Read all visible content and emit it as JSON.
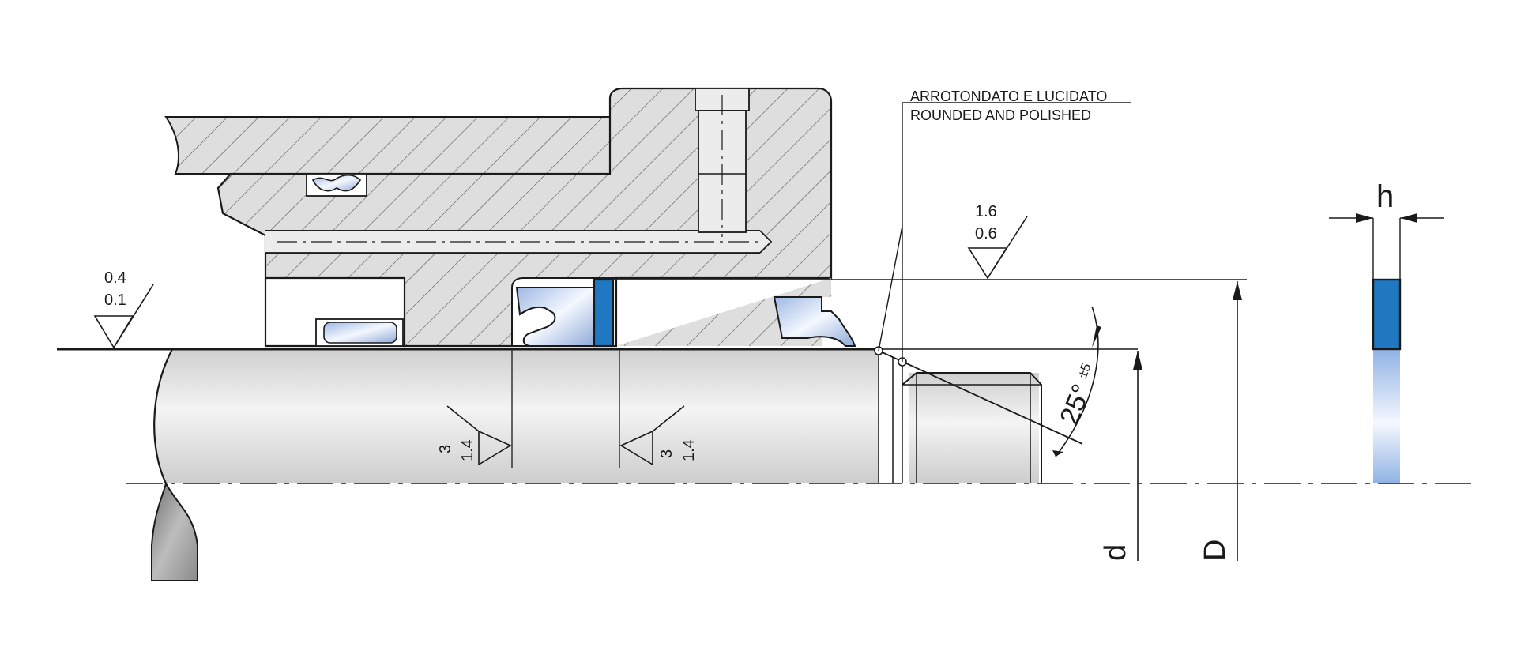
{
  "note": {
    "line1": "ARROTONDATO E LUCIDATO",
    "line2": "ROUNDED AND POLISHED"
  },
  "roughness": {
    "left": {
      "top": "0.4",
      "bottom": "0.1"
    },
    "housing": {
      "top": "1.6",
      "bottom": "0.6"
    },
    "groove_left": {
      "a": "3",
      "b": "1.4"
    },
    "groove_right": {
      "a": "3",
      "b": "1.4"
    }
  },
  "dimensions": {
    "small_diameter": "d",
    "large_diameter": "D",
    "height": "h",
    "angle": "25°",
    "angle_tol": "±5"
  },
  "colors": {
    "seal_blue": "#1f78c1",
    "seal_light": "#c9daf1",
    "metal_fill": "#dedede",
    "line": "#1a1a1a"
  }
}
